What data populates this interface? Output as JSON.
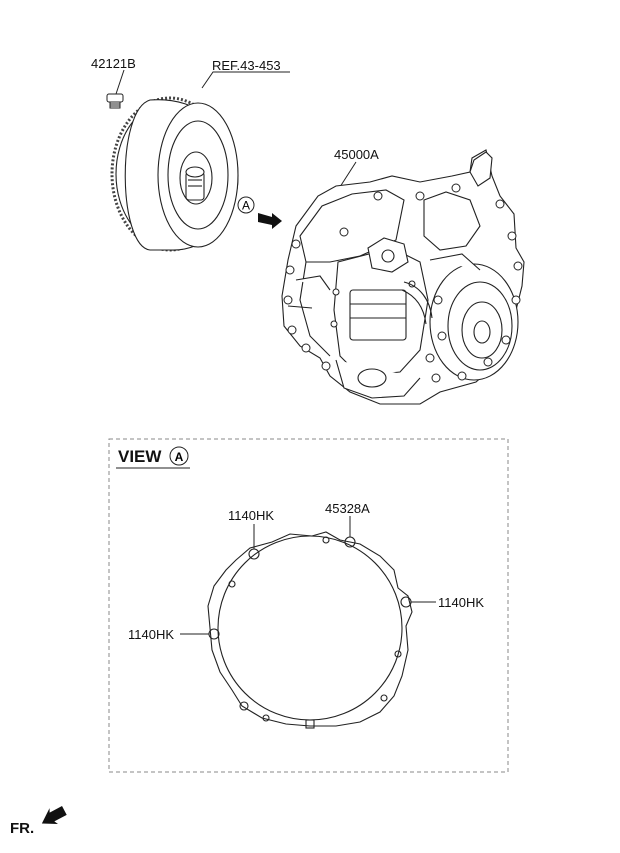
{
  "parts": {
    "bolt": "42121B",
    "torque_converter_ref": "REF.43-453",
    "transmission": "45000A",
    "gasket": "45328A",
    "bolt_top_left": "1140HK",
    "bolt_right": "1140HK",
    "bolt_left": "1140HK"
  },
  "view": {
    "title": "VIEW",
    "marker": "A"
  },
  "arrow_marker": "A",
  "front_label": "FR."
}
